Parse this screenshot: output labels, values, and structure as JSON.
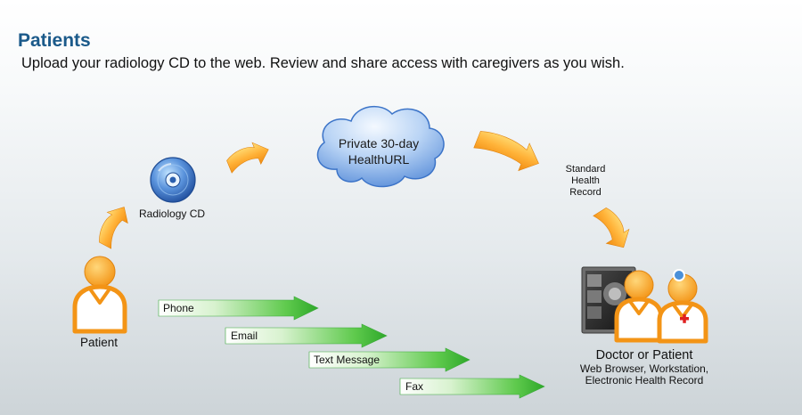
{
  "header": {
    "title": "Patients",
    "subtitle": "Upload your radiology CD to the web. Review and share access with caregivers as you wish."
  },
  "diagram": {
    "patient_label": "Patient",
    "cd_label": "Radiology CD",
    "cloud_label": "Private 30-day HealthURL",
    "record_label": "Standard Health Record",
    "destination": {
      "title": "Doctor or Patient",
      "subtitle": "Web Browser, Workstation, Electronic Health Record"
    },
    "channels": [
      "Phone",
      "Email",
      "Text Message",
      "Fax"
    ]
  },
  "colors": {
    "title_blue": "#1b5a8a",
    "orange": "#f59a1e",
    "green": "#3cb83c",
    "cloud_blue": "#5f97de",
    "cd_blue": "#2f64b6"
  }
}
